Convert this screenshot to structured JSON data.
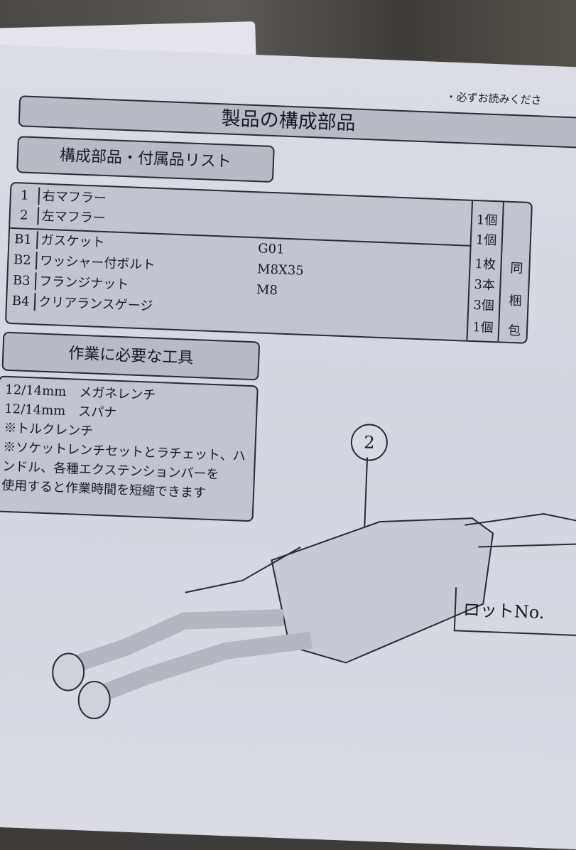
{
  "header": {
    "title": "製品の構成部品",
    "note": "・必ずお読みくださ"
  },
  "parts": {
    "heading": "構成部品・付属品リスト",
    "rows": [
      {
        "no": "1",
        "name": "右マフラー",
        "code": "",
        "qty": "1個"
      },
      {
        "no": "2",
        "name": "左マフラー",
        "code": "",
        "qty": "1個"
      },
      {
        "no": "B1",
        "name": "ガスケット",
        "code": "G01",
        "qty": "1枚"
      },
      {
        "no": "B2",
        "name": "ワッシャー付ボルト",
        "code": "M8X35",
        "qty": "3本"
      },
      {
        "no": "B3",
        "name": "フランジナット",
        "code": "M8",
        "qty": "3個"
      },
      {
        "no": "B4",
        "name": "クリアランスゲージ",
        "code": "",
        "qty": "1個"
      }
    ],
    "bundled": [
      "同",
      "梱",
      "包"
    ]
  },
  "tools": {
    "heading": "作業に必要な工具",
    "lines": [
      "12/14mm　メガネレンチ",
      "12/14mm　スパナ",
      "※トルクレンチ",
      "※ソケットレンチセットとラチェット、ハ",
      "ンドル、各種エクステンションバーを",
      "使用すると作業時間を短縮できます"
    ]
  },
  "diagram": {
    "callout": "2",
    "lot_label": "ロットNo."
  }
}
